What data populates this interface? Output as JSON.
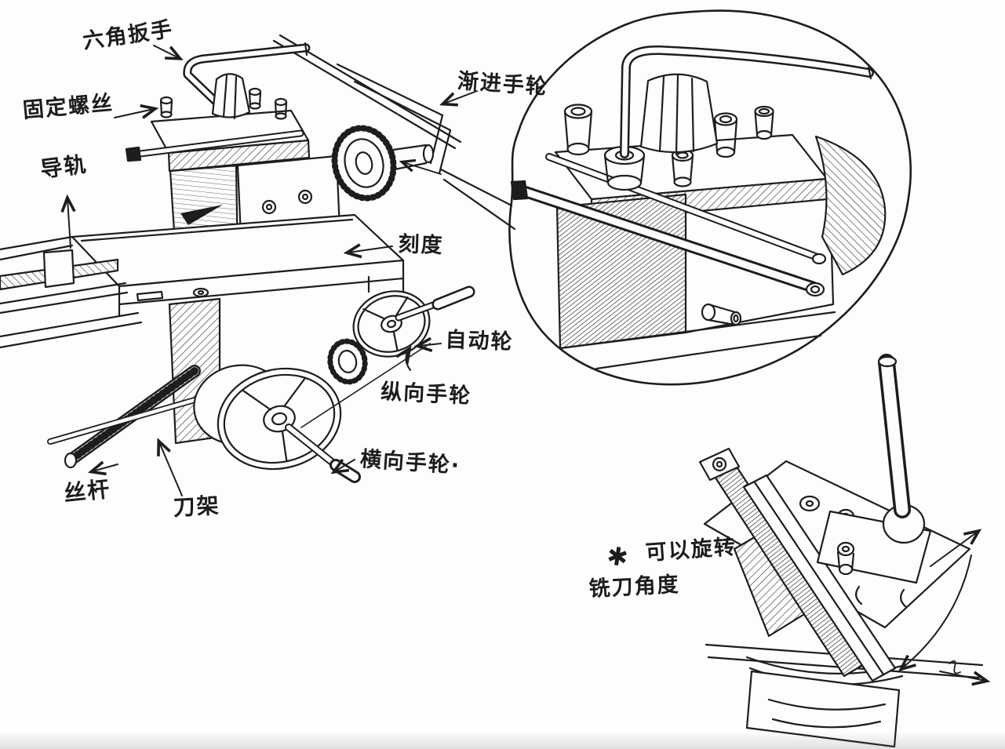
{
  "sketch": {
    "ink_color": "#1d1d1d",
    "paper_color": "#fdfdfc",
    "labels": {
      "hex_wrench": "六角扳手",
      "fixing_screw": "固定螺丝",
      "guide_rail": "导轨",
      "feed_handwheel": "渐进手轮",
      "scale": "刻度",
      "auto_wheel": "自动轮",
      "longitudinal_handwheel": "纵向手轮",
      "cross_handwheel": "横向手轮·",
      "lead_screw": "丝杆",
      "tool_post": "刀架",
      "star_mark": "✱",
      "rotate_note_line1": "可以旋转",
      "rotate_note_line2": "铣刀角度"
    }
  }
}
